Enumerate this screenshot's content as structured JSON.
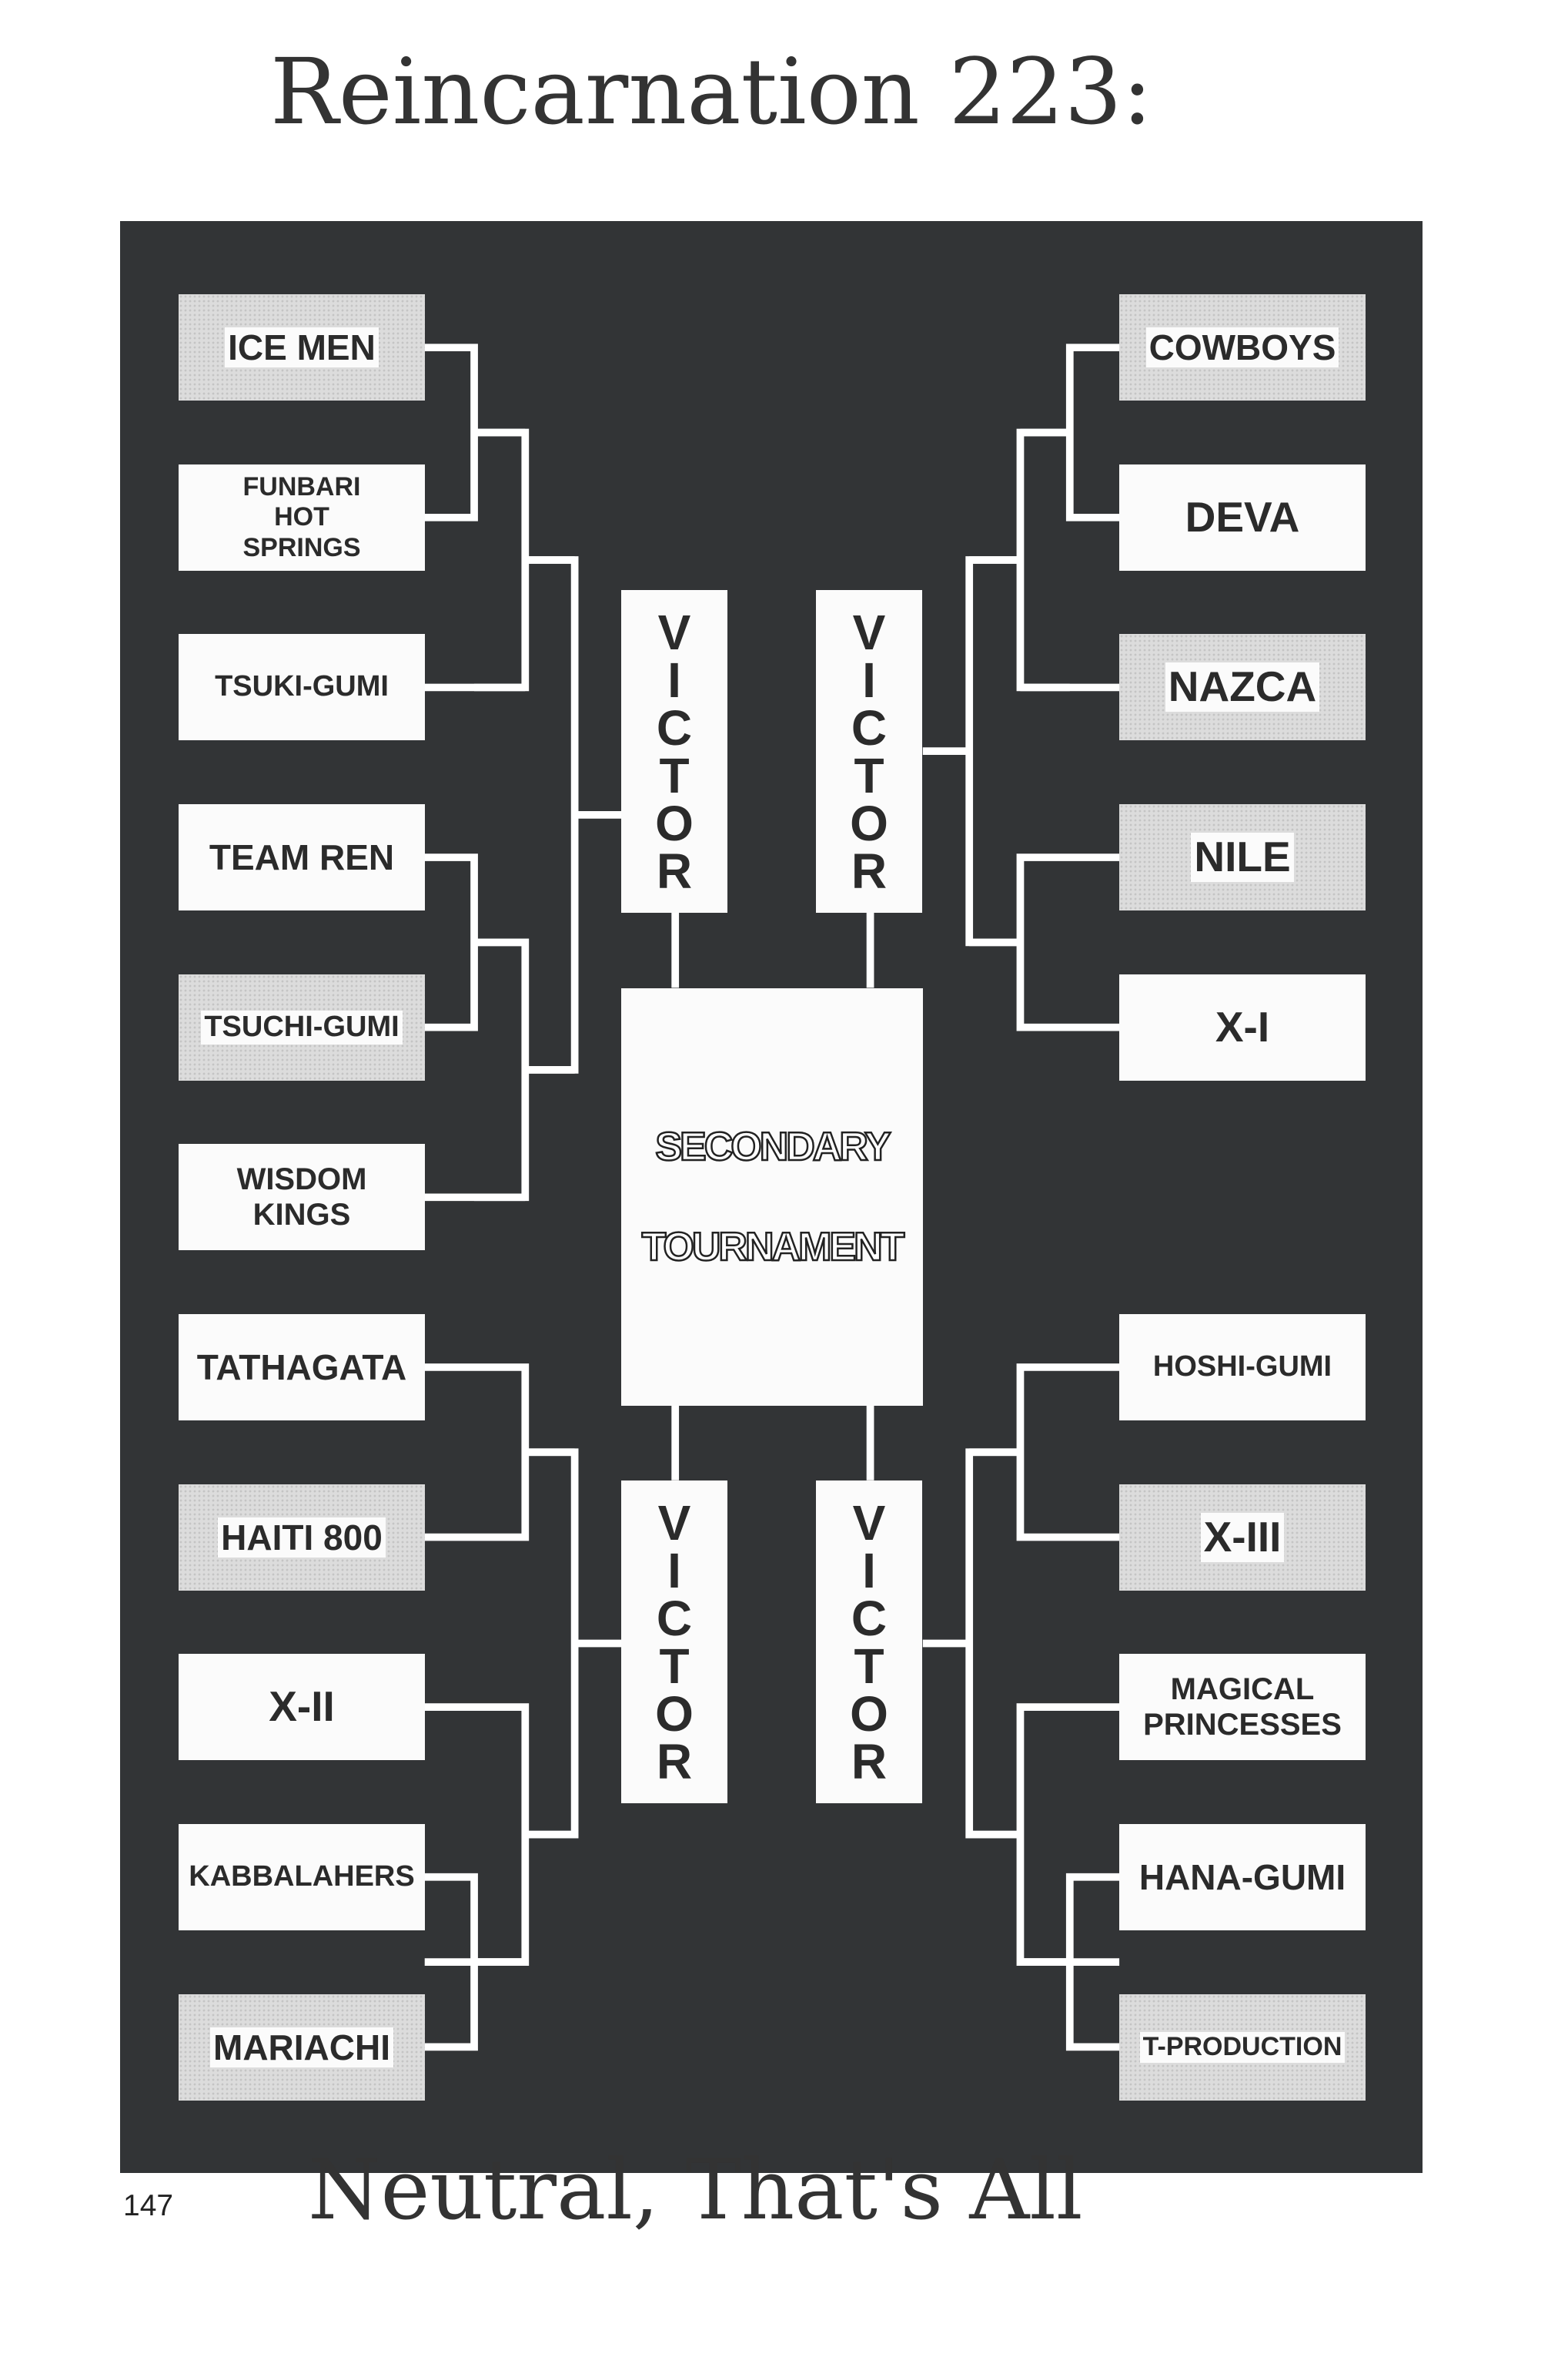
{
  "header": {
    "title": "Reincarnation 223:"
  },
  "footer": {
    "subtitle": "Neutral, That's All",
    "page_number": "147"
  },
  "bracket": {
    "center_label_line1": "SECONDARY",
    "center_label_line2": "TOURNAMENT",
    "victor_label": "VICTOR",
    "left_teams": [
      {
        "name": "ICE MEN",
        "shaded": true
      },
      {
        "name": "FUNBARI HOT SPRINGS",
        "shaded": false
      },
      {
        "name": "TSUKI-GUMI",
        "shaded": false
      },
      {
        "name": "TEAM REN",
        "shaded": false
      },
      {
        "name": "TSUCHI-GUMI",
        "shaded": true
      },
      {
        "name": "WISDOM KINGS",
        "shaded": false
      },
      {
        "name": "TATHAGATA",
        "shaded": false
      },
      {
        "name": "HAITI 800",
        "shaded": true
      },
      {
        "name": "X-II",
        "shaded": false
      },
      {
        "name": "KABBALAHERS",
        "shaded": false
      },
      {
        "name": "MARIACHI",
        "shaded": true
      }
    ],
    "right_teams": [
      {
        "name": "COWBOYS",
        "shaded": true
      },
      {
        "name": "DEVA",
        "shaded": false
      },
      {
        "name": "NAZCA",
        "shaded": true
      },
      {
        "name": "NILE",
        "shaded": true
      },
      {
        "name": "X-I",
        "shaded": false
      },
      {
        "name": "HOSHI-GUMI",
        "shaded": false
      },
      {
        "name": "X-III",
        "shaded": true
      },
      {
        "name": "MAGICAL PRINCESSES",
        "shaded": false
      },
      {
        "name": "HANA-GUMI",
        "shaded": false
      },
      {
        "name": "T-PRODUCTION",
        "shaded": true
      }
    ],
    "colors": {
      "panel": "#323436",
      "box": "#fbfbfb",
      "line": "#ffffff"
    }
  }
}
